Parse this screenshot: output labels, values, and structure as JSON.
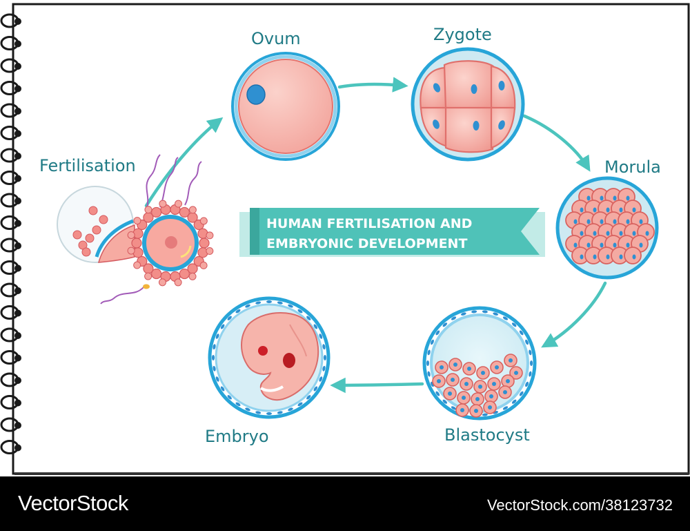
{
  "diagram": {
    "title_lines": [
      "HUMAN FERTILISATION AND",
      "EMBRYONIC DEVELOPMENT"
    ],
    "stages": {
      "fertilisation": "Fertilisation",
      "ovum": "Ovum",
      "zygote": "Zygote",
      "morula": "Morula",
      "blastocyst": "Blastocyst",
      "embryo": "Embryo"
    }
  },
  "watermark": {
    "brand": "VectorStock",
    "id_text": "VectorStock.com/38123732"
  },
  "colors": {
    "arrow": "#4cc4bd",
    "label": "#1f7a85",
    "banner": "#4fc2b8",
    "ring": "#2aa3d6",
    "cell": "#f4a9a1",
    "footer": "#000000"
  }
}
